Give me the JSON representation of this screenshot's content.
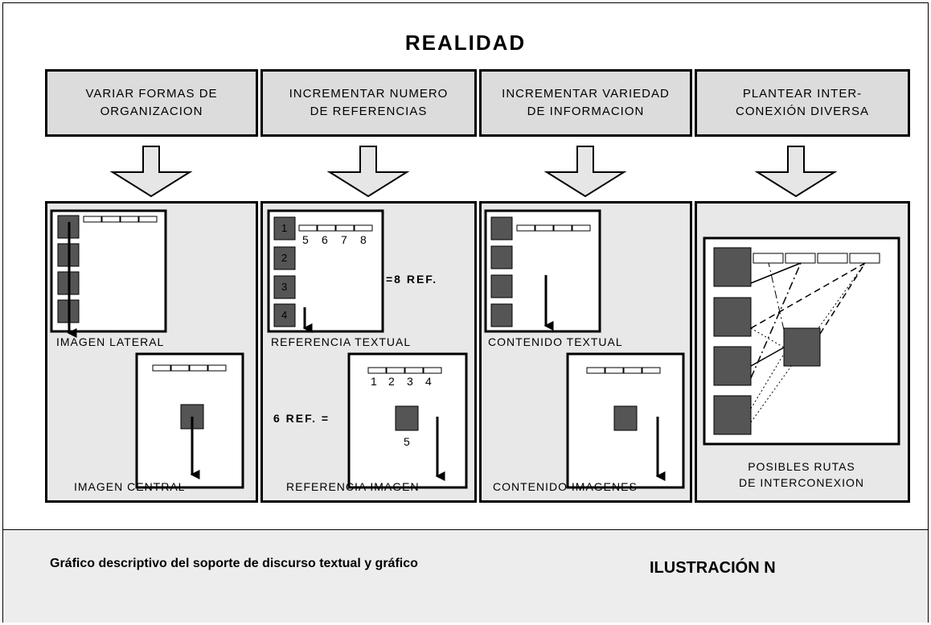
{
  "title": "REALIDAD",
  "headers": [
    "VARIAR FORMAS DE\nORGANIZACION",
    "INCREMENTAR NUMERO\nDE REFERENCIAS",
    "INCREMENTAR VARIEDAD\nDE INFORMACION",
    "PLANTEAR INTER-\nCONEXIÓN DIVERSA"
  ],
  "col1": {
    "label_top": "IMAGEN LATERAL",
    "label_bottom": "IMAGEN CENTRAL"
  },
  "col2": {
    "label_top": "REFERENCIA TEXTUAL",
    "label_bottom": "REFERENCIA IMAGEN",
    "side_numbers": [
      "1",
      "2",
      "3",
      "4"
    ],
    "top_numbers": [
      "5",
      "6",
      "7",
      "8"
    ],
    "ref_top": "=8 REF.",
    "ref_bottom": "6 REF. =",
    "bottom_numbers": [
      "1",
      "2",
      "3",
      "4"
    ],
    "image_number": "5"
  },
  "col3": {
    "label_top": "CONTENIDO TEXTUAL",
    "label_bottom": "CONTENIDO IMAGENES"
  },
  "col4": {
    "caption": "POSIBLES RUTAS\nDE INTERCONEXION"
  },
  "footer": {
    "caption": "Gráfico descriptivo del soporte de discurso textual y gráfico",
    "illustration": "ILUSTRACIÓN N"
  },
  "colors": {
    "header_bg": "#dcdcdc",
    "column_bg": "#e8e8e8",
    "square": "#555555",
    "arrow_fill": "#e6e6e6",
    "footer_bg": "#ededed"
  }
}
